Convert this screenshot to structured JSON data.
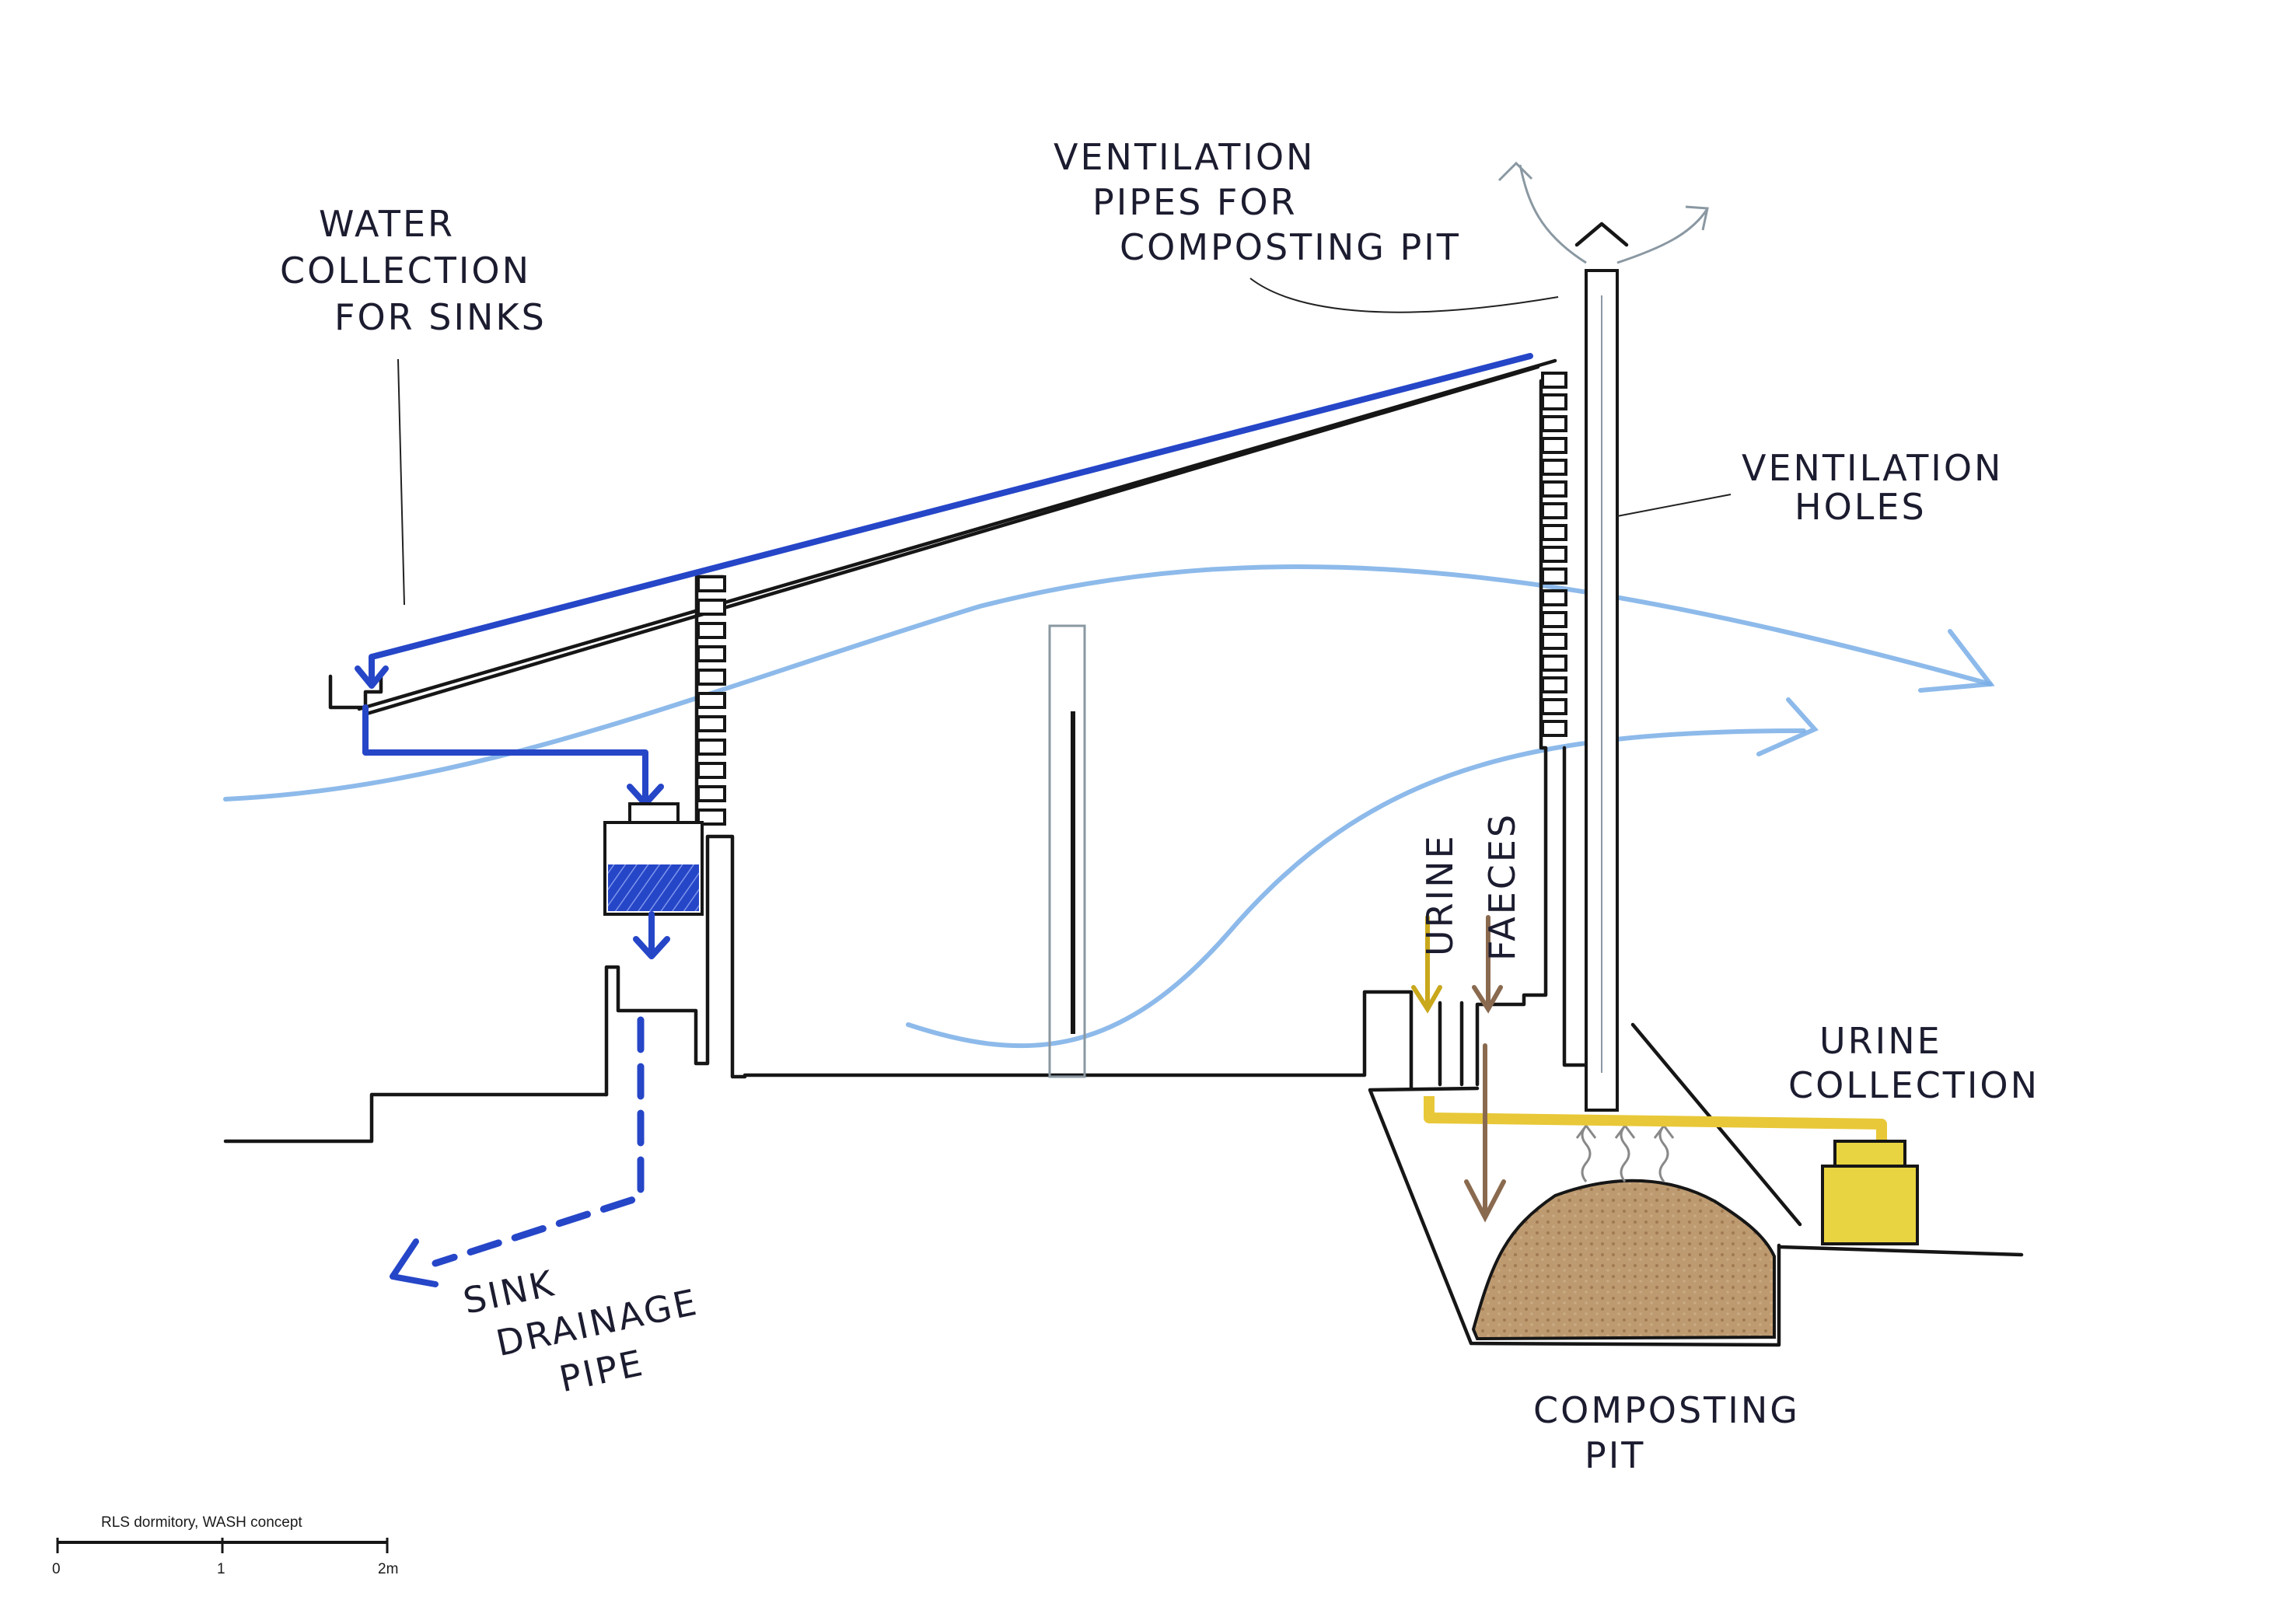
{
  "labels": {
    "water_collection": [
      "WATER",
      "COLLECTION",
      "FOR SINKS"
    ],
    "ventilation_pipes": [
      "VENTILATION",
      "PIPES FOR",
      "COMPOSTING PIT"
    ],
    "ventilation_holes": [
      "VENTILATION",
      "HOLES"
    ],
    "urine": "URINE",
    "faeces": "FAECES",
    "urine_collection": [
      "URINE",
      "COLLECTION"
    ],
    "sink_drainage": [
      "SINK",
      "DRAINAGE",
      "PIPE"
    ],
    "composting_pit": [
      "COMPOSTING",
      "PIT"
    ]
  },
  "caption": "RLS dormitory, WASH concept",
  "scale_bar": {
    "ticks": [
      "0",
      "1",
      "2m"
    ]
  },
  "colors": {
    "ink": "#161616",
    "water_blue": "#2646c8",
    "airflow_blue": "#79aee6",
    "urine_yellow": "#e8c838",
    "compost_brown": "#b8926a"
  }
}
